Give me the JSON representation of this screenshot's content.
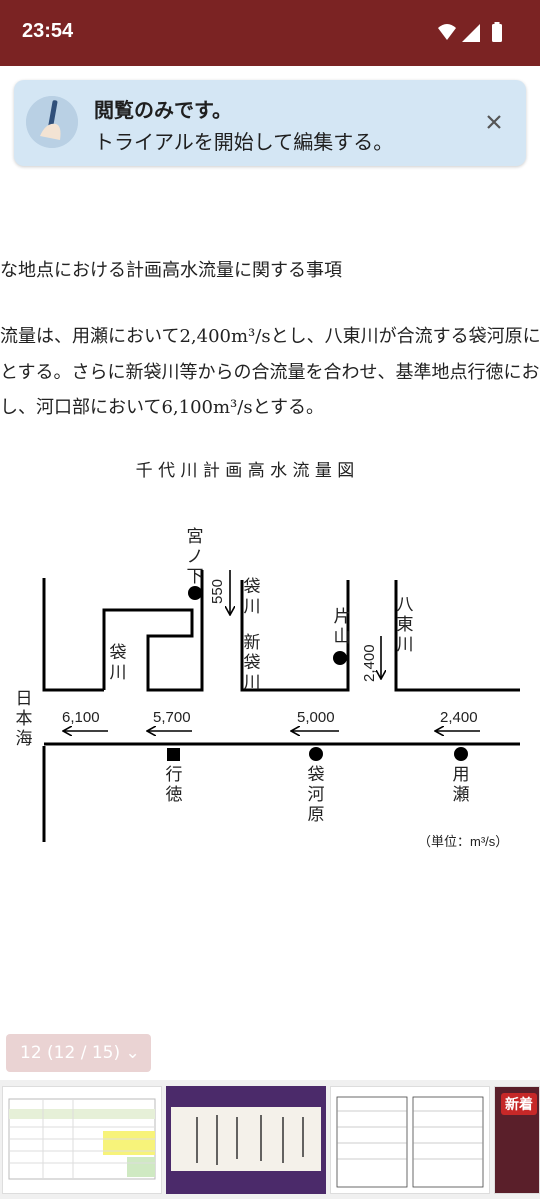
{
  "status": {
    "time": "23:54"
  },
  "banner": {
    "title": "閲覧のみです。",
    "subtitle": "トライアルを開始して編集する。"
  },
  "doc": {
    "lines": [
      "な地点における計画高水流量に関する事項",
      "流量は、用瀬において2,400m³/sとし、八東川が合流する袋河原にお",
      "とする。さらに新袋川等からの合流量を合わせ、基準地点行徳におい",
      "し、河口部において6,100m³/sとする。"
    ],
    "figure": {
      "title": "千 代 川 計 画 高 水 流 量 図",
      "labels": {
        "miyanoshita": "宮ノ下",
        "fukurogawa_upper": "袋川",
        "shinfukurogawa": "新袋川",
        "katayama": "片山",
        "hattogawa": "八東川",
        "fukurogawa_left": "袋川",
        "nihonkai": "日本海",
        "gyotoku": "行徳",
        "fukurogawara": "袋河原",
        "mochigase": "用瀬",
        "unit": "（単位：m³/s）"
      },
      "flows": {
        "f550": "550",
        "f2400_hatto": "2,400",
        "f6100": "6,100",
        "f5700": "5,700",
        "f5000": "5,000",
        "f2400_main": "2,400"
      }
    }
  },
  "pager": {
    "label": "12 (12 / 15) ⌄"
  },
  "thumbs": {
    "new_badge": "新着"
  }
}
